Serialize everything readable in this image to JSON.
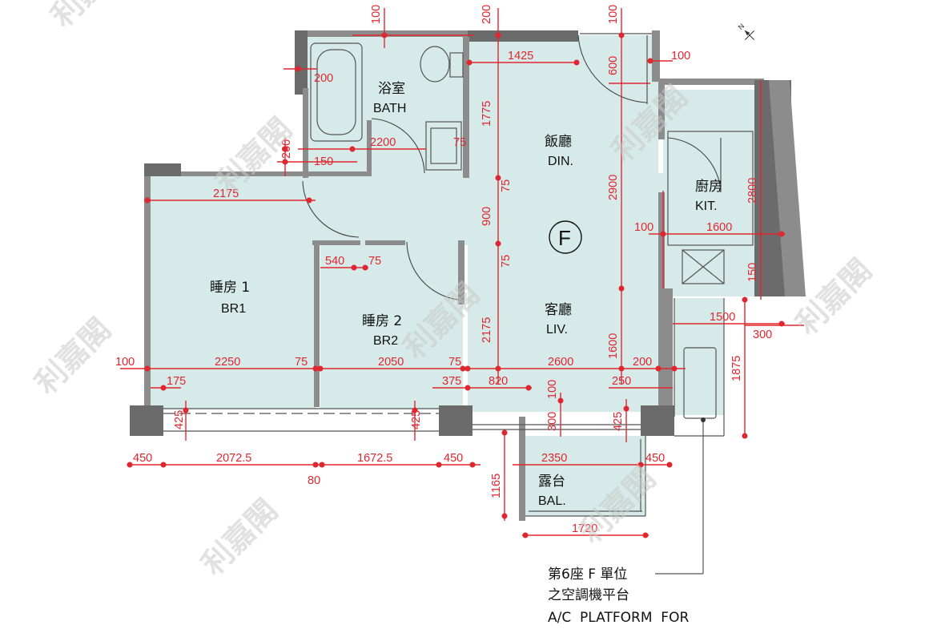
{
  "plan": {
    "unit_marker": "F",
    "rooms": {
      "bath": {
        "cn": "浴室",
        "en": "BATH"
      },
      "din": {
        "cn": "飯廳",
        "en": "DIN."
      },
      "kit": {
        "cn": "廚房",
        "en": "KIT."
      },
      "br1": {
        "cn": "睡房 1",
        "en": "BR1"
      },
      "br2": {
        "cn": "睡房 2",
        "en": "BR2"
      },
      "liv": {
        "cn": "客廳",
        "en": "LIV."
      },
      "bal": {
        "cn": "露台",
        "en": "BAL."
      }
    },
    "note": {
      "line1": "第6座 F 單位",
      "line2": "之空調機平台",
      "line3": "A/C  PLATFORM  FOR"
    },
    "north_label": "N",
    "watermark": "利嘉閣",
    "dimensions": {
      "d100_top_left": "100",
      "d200_top_mid": "200",
      "d100_top_right": "100",
      "d1425": "1425",
      "d600": "600",
      "d100_right_top": "100",
      "d200_bath": "200",
      "d1775": "1775",
      "d2200": "2200",
      "d75_bath": "75",
      "d200_side": "200",
      "d150_bath": "150",
      "d100_kit_v": "100",
      "d2175_top": "2175",
      "d75_v1": "75",
      "d2900": "2900",
      "d900": "900",
      "d2800": "2800",
      "d100_kit_h": "100",
      "d1600_kit": "1600",
      "d540": "540",
      "d75_br2": "75",
      "d75_v2": "75",
      "d150_kit": "150",
      "d1500": "1500",
      "d300_ac": "300",
      "d2175_v": "2175",
      "d1600_v": "1600",
      "d1875": "1875",
      "d100_left": "100",
      "d2250": "2250",
      "d75_a": "75",
      "d2050": "2050",
      "d75_b": "75",
      "d2600": "2600",
      "d200_right": "200",
      "d175": "175",
      "d375": "375",
      "d820": "820",
      "d100_bal_v": "100",
      "d250": "250",
      "d425_a": "425",
      "d425_b": "425",
      "d300_bal": "300",
      "d425_c": "425",
      "d450_a": "450",
      "d2072": "2072.5",
      "d1672": "1672.5",
      "d450_b": "450",
      "d2350": "2350",
      "d450_c": "450",
      "d80": "80",
      "d1165": "1165",
      "d1720": "1720"
    }
  },
  "colors": {
    "floor": "#d6ebe9",
    "dimension": "#e0262f",
    "wall": "#8c8c8c"
  }
}
